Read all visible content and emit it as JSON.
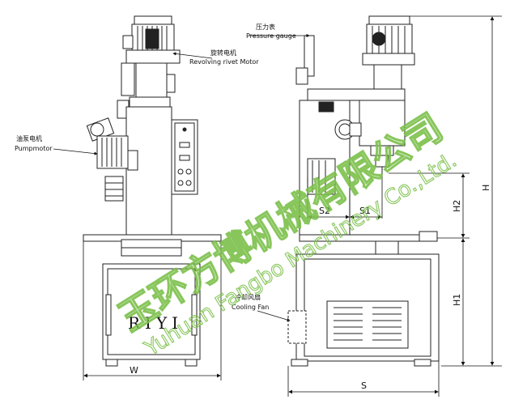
{
  "labels": {
    "pressure_gauge_cn": "压力表",
    "pressure_gauge_en": "Pressure gauge",
    "rivet_motor_cn": "旋转电机",
    "rivet_motor_en": "Revolving rivet Motor",
    "pump_motor_cn": "油泵电机",
    "pump_motor_en": "Pumpmotor",
    "cooling_fan_cn": "冷却风扇",
    "cooling_fan_en": "Cooling Fan",
    "brand": "RIYI"
  },
  "dimensions": {
    "W": "W",
    "S": "S",
    "S1": "S1",
    "S2": "S2",
    "H": "H",
    "H1": "H1",
    "H2": "H2"
  },
  "watermark": {
    "cn": "玉环方博机械有限公司",
    "en": "Yuhuan Fangbo Machinery Co.,Ltd.",
    "color": "#7cc04b"
  }
}
